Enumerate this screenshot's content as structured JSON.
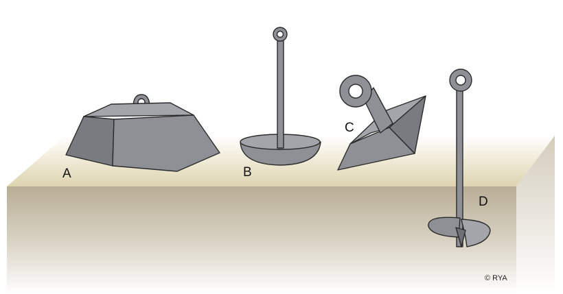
{
  "labels": {
    "a": "A",
    "b": "B",
    "c": "C",
    "d": "D"
  },
  "copyright": "© RYA",
  "colors": {
    "metal": "#8f9095",
    "metal_light": "#a4a5aa",
    "metal_dark": "#6f7075",
    "seabed_top": "#e3dcbd",
    "seabed_side": "#bfb49e",
    "outline": "#2a2a2a"
  }
}
